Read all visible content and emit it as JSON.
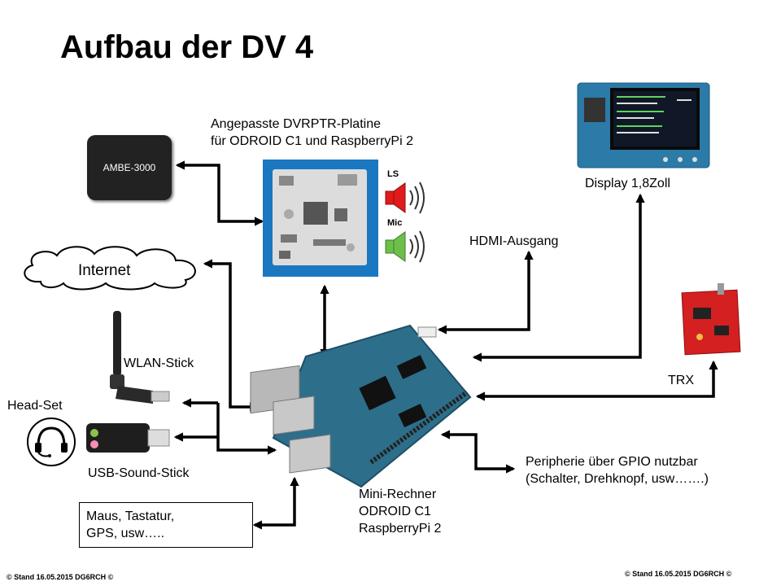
{
  "title": "Aufbau der DV 4",
  "labels": {
    "platine_line1": "Angepasste DVRPTR-Platine",
    "platine_line2": "für ODROID C1 und RaspberryPi 2",
    "ambe": "AMBE-3000",
    "internet": "Internet",
    "ls": "LS",
    "mic": "Mic",
    "hdmi": "HDMI-Ausgang",
    "display": "Display 1,8Zoll",
    "wlan": "WLAN-Stick",
    "headset": "Head-Set",
    "usb_sound": "USB-Sound-Stick",
    "trx": "TRX",
    "peripherie_line1": "Peripherie über GPIO nutzbar",
    "peripherie_line2": "(Schalter, Drehknopf,  usw…….)",
    "mini_line1": "Mini-Rechner",
    "mini_line2": "ODROID C1",
    "mini_line3": "RaspberryPi 2",
    "input_line1": "Maus, Tastatur,",
    "input_line2": "GPS, usw….."
  },
  "footer": {
    "left": "©  Stand 16.05.2015 DG6RCH   ©",
    "right": "©  Stand 16.05.2015 DG6RCH   ©"
  },
  "colors": {
    "speaker_ls": "#e01b1b",
    "speaker_mic": "#6cc04a",
    "board": "#2d6f8a",
    "trx": "#d42020"
  }
}
